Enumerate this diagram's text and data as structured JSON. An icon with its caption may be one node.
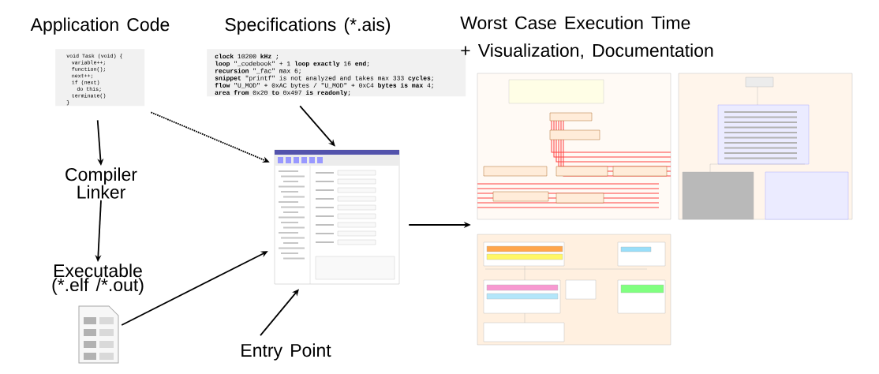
{
  "diagram": {
    "nodes": [
      {
        "text": [
          "Application Code",
          "void Task (void) {",
          "variable++;",
          "function();",
          "next++;",
          "if (next)",
          "do this;",
          "terminate()",
          "}"
        ]
      },
      {
        "text": [
          "Specifications (*.ais)",
          "**clock** 10200 **kHz** ;",
          "**loop** \"_codebook\" + 1 **loop exactly** 16 **end**;",
          "**recursion** \"_fac\" max 6;",
          "**snippet** \"printf\" is not analyzed and takes max 333 **cycles**;",
          "**flow** \"U_MOD\" + 0xAC bytes / \"U_MOD\" + 0xC4 **bytes is max** 4;",
          "**area from** 0x20 **to** 0x497 **is readonly**;"
        ]
      },
      {
        "text": [
          "Compiler Linker"
        ]
      },
      {
        "text": [
          "Executable (*.elf /*.out)"
        ]
      },
      {
        "text": [],
        "shape": "picture"
      },
      {
        "text": [],
        "shape": "picture"
      },
      {
        "text": [
          "Entry Point"
        ]
      },
      {
        "text": [],
        "shape": "picture"
      },
      {
        "text": [],
        "shape": "picture"
      },
      {
        "text": [],
        "shape": "picture"
      }
    ],
    "edges": [
      {
        "from": 0,
        "to": 2,
        "arrow": "to"
      },
      {
        "from": 2,
        "to": 3,
        "arrow": "to"
      },
      {
        "from": 0,
        "to": 5,
        "arrow": "to",
        "style": "dashed"
      },
      {
        "from": 1,
        "to": 5,
        "arrow": "to"
      },
      {
        "from": 4,
        "to": 5,
        "arrow": "to"
      },
      {
        "from": 6,
        "to": 5,
        "arrow": "to"
      },
      {
        "from": 5,
        "to": 7,
        "arrow": "to"
      }
    ],
    "labels": [
      "Worst Case Execution Time + Visualization, Documentation"
    ]
  }
}
